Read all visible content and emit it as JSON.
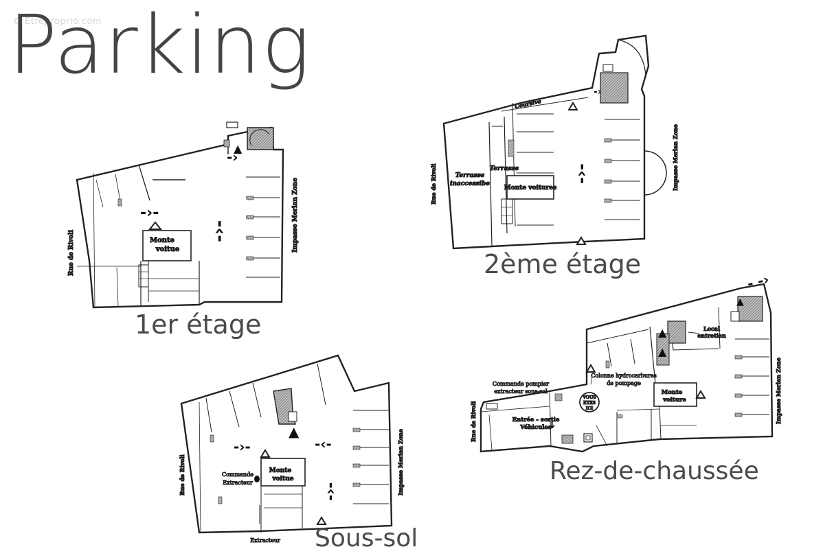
{
  "watermark": "© Etreproprio.com",
  "title": "Parking",
  "floors": {
    "first": {
      "caption": "1er étage",
      "street_left": "Rue de Rivoli",
      "street_right": "Impasse Merlan Zone",
      "lift_line1": "Monte",
      "lift_line2": "voitue"
    },
    "second": {
      "caption": "2ème étage",
      "street_left": "Rue de Rivoli",
      "street_right": "Impasse Merlan Zone",
      "terrace_inaccessible_line1": "Terrasse",
      "terrace_inaccessible_line2": "inaccessibe",
      "terrace": "Terrasse",
      "walkway": "Coursive",
      "lift": "Monte voitures"
    },
    "basement": {
      "caption": "Sous-sol",
      "street_left": "Rue de Rivoli",
      "street_right": "Impasse Merlan Zone",
      "lift_line1": "Monte",
      "lift_line2": "voitue",
      "extractor_control_line1": "Commande",
      "extractor_control_line2": "Extracteur",
      "extractor": "Extracteur"
    },
    "ground": {
      "caption": "Rez-de-chaussée",
      "street_left": "Rue de Rivoli",
      "street_right": "Impasse Merlan Zone",
      "fire_control_line1": "Commande pompier",
      "fire_control_line2": "extracteur sous-sol",
      "pump_line1": "Colonne hydrocarbures",
      "pump_line2": "de pompage",
      "you_are_here_line1": "VOUS",
      "you_are_here_line2": "ETES",
      "you_are_here_line3": "ICI",
      "entrance_line1": "Entrée - sortie",
      "entrance_line2": "Véhicules",
      "maintenance_line1": "Local",
      "maintenance_line2": "entretien",
      "lift_line1": "Monte",
      "lift_line2": "voiture"
    }
  }
}
